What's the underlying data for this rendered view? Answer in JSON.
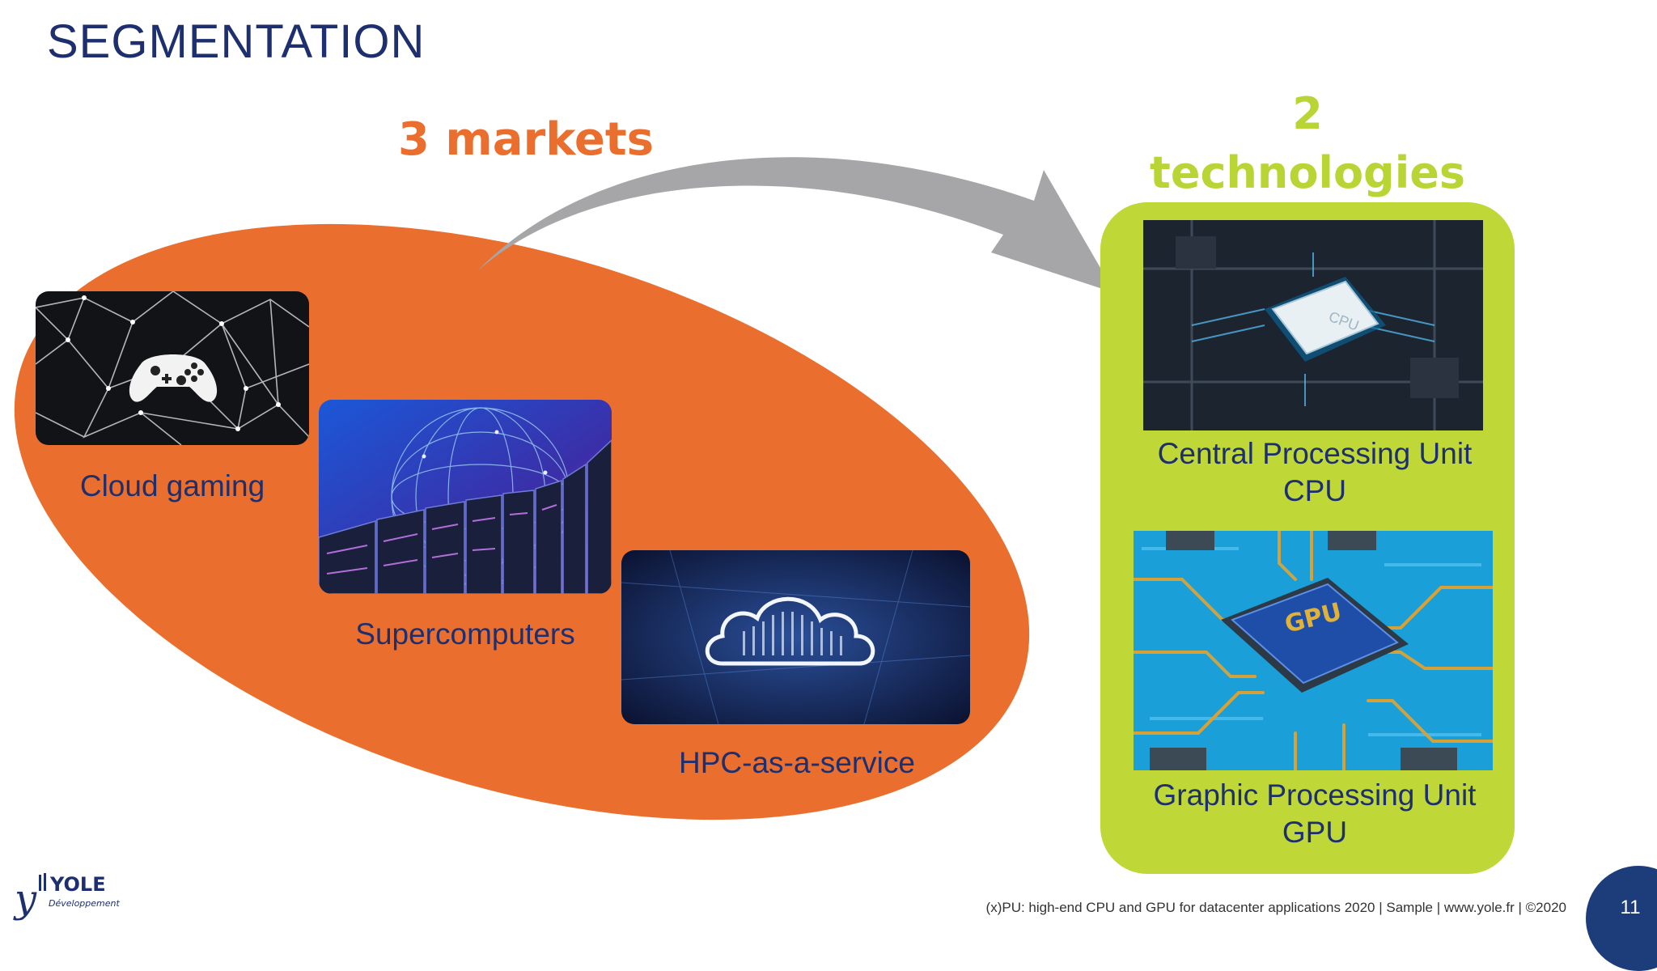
{
  "slide": {
    "title": "SEGMENTATION",
    "markets_heading": "3 markets",
    "tech_count": "2",
    "tech_heading": "technologies",
    "page_number": "11"
  },
  "markets": [
    {
      "label": "Cloud gaming",
      "icon": "game-controller-icon"
    },
    {
      "label": "Supercomputers",
      "icon": "server-globe-icon"
    },
    {
      "label": "HPC-as-a-service",
      "icon": "cloud-icon"
    }
  ],
  "technologies": [
    {
      "label_line1": "Central Processing Unit",
      "label_line2": "CPU",
      "chip_text": "CPU"
    },
    {
      "label_line1": "Graphic Processing Unit",
      "label_line2": "GPU",
      "chip_text": "GPU"
    }
  ],
  "logo": {
    "brand": "YOLE",
    "sub": "Développement"
  },
  "footer": "(x)PU: high-end CPU and GPU for datacenter applications 2020 | Sample | www.yole.fr | ©2020",
  "colors": {
    "title_blue": "#1d2f6f",
    "market_orange": "#ea6f2e",
    "tech_green": "#bfd838",
    "arrow_grey": "#a6a6a8"
  }
}
